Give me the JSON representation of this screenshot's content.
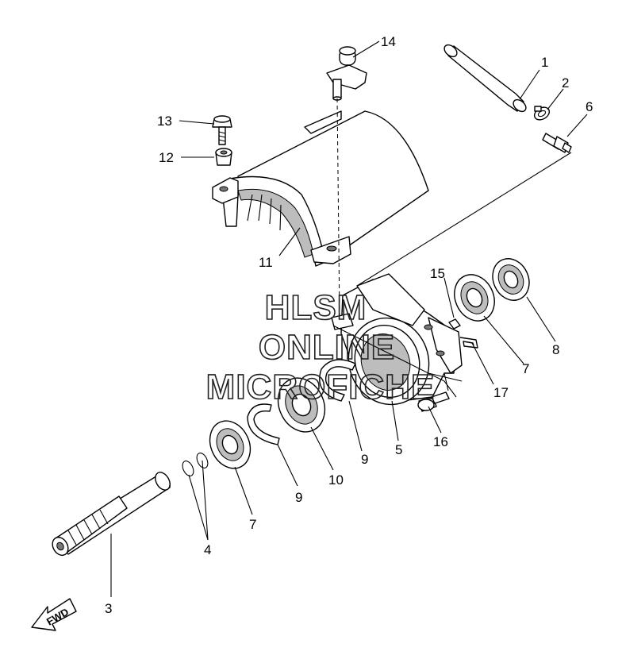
{
  "watermark": {
    "line1": "HLSM",
    "line2": "ONLINE",
    "line3": "MICROFICHE"
  },
  "fwd_label": "FWD",
  "callouts": {
    "c1": "1",
    "c2": "2",
    "c3": "3",
    "c4": "4",
    "c5": "5",
    "c6": "6",
    "c7a": "7",
    "c7b": "7",
    "c8": "8",
    "c9a": "9",
    "c9b": "9",
    "c10": "10",
    "c11": "11",
    "c12": "12",
    "c13": "13",
    "c14": "14",
    "c15": "15",
    "c16": "16",
    "c17": "17"
  }
}
